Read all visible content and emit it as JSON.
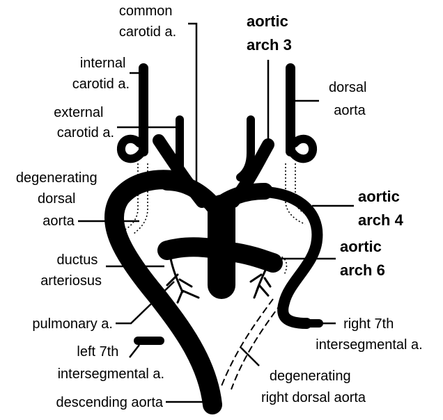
{
  "labels": {
    "common_carotid": [
      "common",
      "carotid a."
    ],
    "aortic_arch_3": [
      "aortic",
      "arch 3"
    ],
    "internal_carotid": [
      "internal",
      "carotid a."
    ],
    "dorsal_aorta": [
      "dorsal",
      "aorta"
    ],
    "external_carotid": [
      "external",
      "carotid a."
    ],
    "degenerating_dorsal_aorta": [
      "degenerating",
      "dorsal",
      "aorta"
    ],
    "aortic_arch_4": [
      "aortic",
      "arch 4"
    ],
    "ductus_arteriosus": [
      "ductus",
      "arteriosus"
    ],
    "aortic_arch_6": [
      "aortic",
      "arch 6"
    ],
    "pulmonary": "pulmonary a.",
    "right_7th_intersegmental": [
      "right 7th",
      "intersegmental a."
    ],
    "left_7th_intersegmental": [
      "left 7th",
      "intersegmental a."
    ],
    "degenerating_right_dorsal_aorta": [
      "degenerating",
      "right dorsal aorta"
    ],
    "descending_aorta": "descending aorta"
  },
  "colors": {
    "ink": "#000000",
    "background": "#ffffff"
  }
}
